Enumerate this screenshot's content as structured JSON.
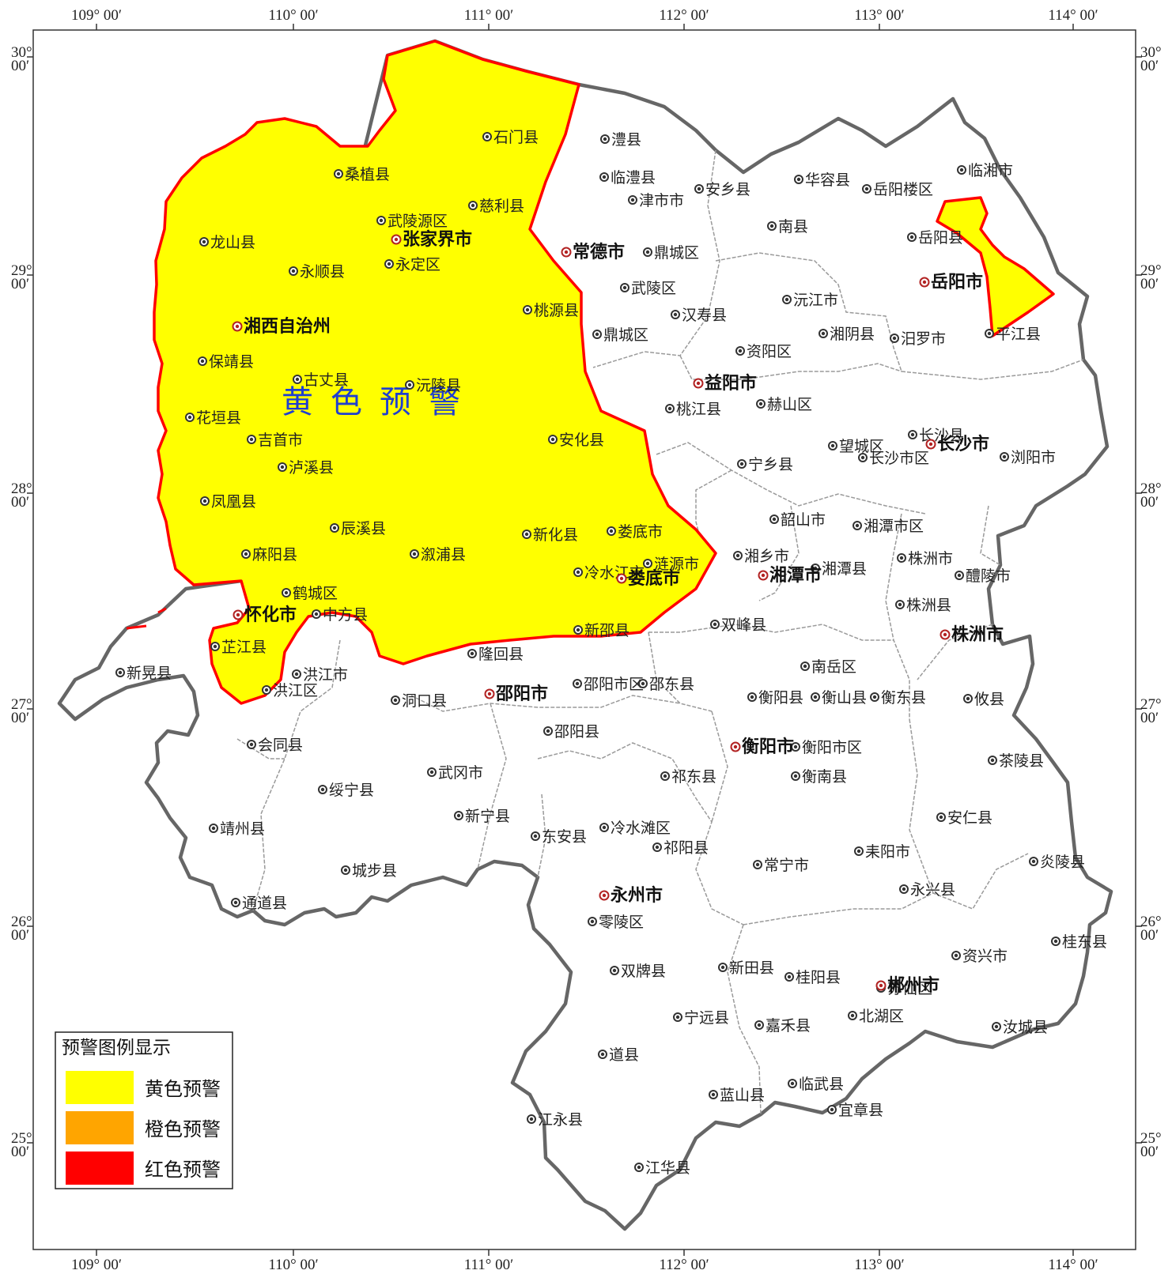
{
  "axis": {
    "lon_labels": [
      "109° 00′",
      "110° 00′",
      "111° 00′",
      "112° 00′",
      "113° 00′",
      "114° 00′"
    ],
    "lat_labels": [
      {
        "deg": "30°",
        "min": "00′"
      },
      {
        "deg": "29°",
        "min": "00′"
      },
      {
        "deg": "28°",
        "min": "00′"
      },
      {
        "deg": "27°",
        "min": "00′"
      },
      {
        "deg": "26°",
        "min": "00′"
      },
      {
        "deg": "25°",
        "min": "00′"
      }
    ]
  },
  "warning_area_label": "黄色预警",
  "legend": {
    "title": "预警图例显示",
    "items": [
      {
        "label": "黄色预警",
        "color": "#ffff00"
      },
      {
        "label": "橙色预警",
        "color": "#ffa500"
      },
      {
        "label": "红色预警",
        "color": "#ff0000"
      }
    ]
  },
  "colors": {
    "yellow_fill": "#ffff00",
    "yellow_border": "#ff0000",
    "province_border": "#666666",
    "city_dot": "#b22222"
  },
  "places": {
    "cities": [
      "张家界市",
      "常德市",
      "岳阳市",
      "湘西自治州",
      "益阳市",
      "长沙市",
      "娄底市",
      "湘潭市",
      "怀化市",
      "株洲市",
      "邵阳市",
      "衡阳市",
      "永州市",
      "郴州市"
    ],
    "counties": [
      "石门县",
      "澧县",
      "桑植县",
      "慈利县",
      "临澧县",
      "安乡县",
      "华容县",
      "岳阳楼区",
      "临湘市",
      "津市市",
      "武陵源区",
      "龙山县",
      "南县",
      "岳阳县",
      "永顺县",
      "永定区",
      "鼎城区",
      "武陵区",
      "沅江市",
      "桃源县",
      "汉寿县",
      "湘阴县",
      "汨罗市",
      "平江县",
      "保靖县",
      "鼎城区",
      "资阳区",
      "古丈县",
      "沅陵县",
      "赫山区",
      "花垣县",
      "桃江县",
      "吉首市",
      "安化县",
      "长沙县",
      "长沙市区",
      "浏阳市",
      "泸溪县",
      "宁乡县",
      "望城区",
      "凤凰县",
      "韶山市",
      "湘潭市区",
      "娄底市",
      "辰溪县",
      "新化县",
      "麻阳县",
      "溆浦县",
      "湘乡市",
      "株洲市",
      "涟源市",
      "湘潭县",
      "醴陵市",
      "鹤城区",
      "冷水江市",
      "中方县",
      "株洲县",
      "双峰县",
      "新邵县",
      "芷江县",
      "隆回县",
      "新晃县",
      "洪江市",
      "南岳区",
      "洪江区",
      "洞口县",
      "邵阳市区",
      "邵东县",
      "衡阳县",
      "衡山县",
      "衡东县",
      "攸县",
      "邵阳县",
      "会同县",
      "衡阳市区",
      "茶陵县",
      "武冈市",
      "祁东县",
      "衡南县",
      "绥宁县",
      "新宁县",
      "安仁县",
      "靖州县",
      "东安县",
      "冷水滩区",
      "祁阳县",
      "耒阳市",
      "常宁市",
      "炎陵县",
      "城步县",
      "永兴县",
      "通道县",
      "零陵区",
      "桂东县",
      "资兴市",
      "双牌县",
      "新田县",
      "桂阳县",
      "苏仙区",
      "宁远县",
      "北湖区",
      "嘉禾县",
      "汝城县",
      "道县",
      "临武县",
      "蓝山县",
      "宜章县",
      "江永县",
      "江华县"
    ]
  }
}
